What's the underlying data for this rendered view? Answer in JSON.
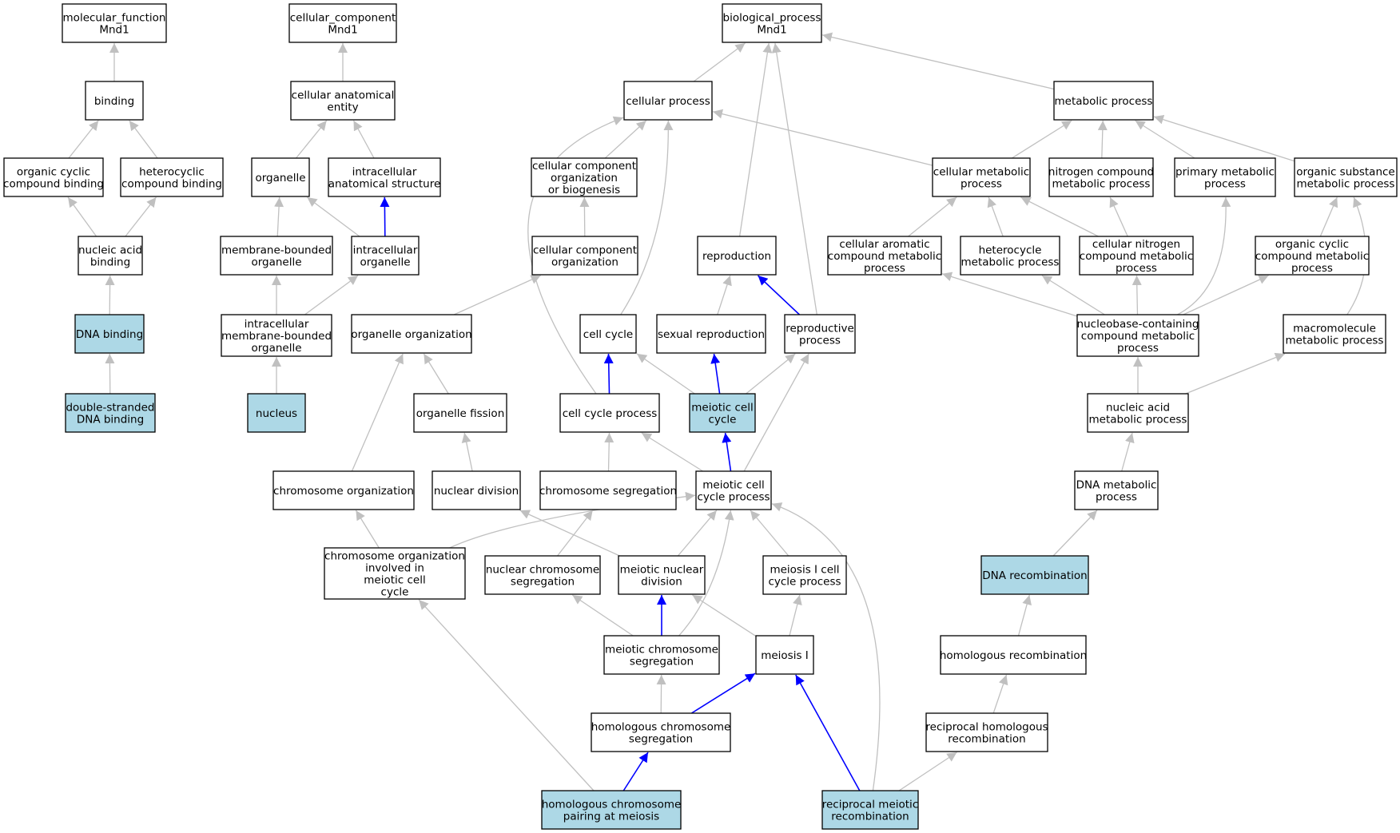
{
  "colors": {
    "highlight_fill": "#add8e6",
    "node_fill": "#ffffff",
    "edge_gray": "#c0c0c0",
    "edge_blue": "#0000ff"
  },
  "nodes": [
    {
      "id": "mf",
      "lines": [
        "molecular_function",
        "Mnd1"
      ],
      "hl": false
    },
    {
      "id": "binding",
      "lines": [
        "binding"
      ],
      "hl": false
    },
    {
      "id": "ocb",
      "lines": [
        "organic cyclic",
        "compound binding"
      ],
      "hl": false
    },
    {
      "id": "hcb",
      "lines": [
        "heterocyclic",
        "compound binding"
      ],
      "hl": false
    },
    {
      "id": "nab",
      "lines": [
        "nucleic acid",
        "binding"
      ],
      "hl": false
    },
    {
      "id": "dnab",
      "lines": [
        "DNA binding"
      ],
      "hl": true
    },
    {
      "id": "dsdnab",
      "lines": [
        "double-stranded",
        "DNA binding"
      ],
      "hl": true
    },
    {
      "id": "cc",
      "lines": [
        "cellular_component",
        "Mnd1"
      ],
      "hl": false
    },
    {
      "id": "cae",
      "lines": [
        "cellular anatomical",
        "entity"
      ],
      "hl": false
    },
    {
      "id": "organelle",
      "lines": [
        "organelle"
      ],
      "hl": false
    },
    {
      "id": "ias",
      "lines": [
        "intracellular",
        "anatomical structure"
      ],
      "hl": false
    },
    {
      "id": "mbo",
      "lines": [
        "membrane-bounded",
        "organelle"
      ],
      "hl": false
    },
    {
      "id": "io",
      "lines": [
        "intracellular",
        "organelle"
      ],
      "hl": false
    },
    {
      "id": "imbo",
      "lines": [
        "intracellular",
        "membrane-bounded",
        "organelle"
      ],
      "hl": false
    },
    {
      "id": "nucleus",
      "lines": [
        "nucleus"
      ],
      "hl": true
    },
    {
      "id": "bp",
      "lines": [
        "biological_process",
        "Mnd1"
      ],
      "hl": false
    },
    {
      "id": "cp",
      "lines": [
        "cellular process"
      ],
      "hl": false
    },
    {
      "id": "mp",
      "lines": [
        "metabolic process"
      ],
      "hl": false
    },
    {
      "id": "ccob",
      "lines": [
        "cellular component",
        "organization",
        "or biogenesis"
      ],
      "hl": false
    },
    {
      "id": "ccmp",
      "lines": [
        "cellular metabolic",
        "process"
      ],
      "hl": false
    },
    {
      "id": "ncmp",
      "lines": [
        "nitrogen compound",
        "metabolic process"
      ],
      "hl": false
    },
    {
      "id": "pmp",
      "lines": [
        "primary metabolic",
        "process"
      ],
      "hl": false
    },
    {
      "id": "osmp",
      "lines": [
        "organic substance",
        "metabolic process"
      ],
      "hl": false
    },
    {
      "id": "cco",
      "lines": [
        "cellular component",
        "organization"
      ],
      "hl": false
    },
    {
      "id": "repro",
      "lines": [
        "reproduction"
      ],
      "hl": false
    },
    {
      "id": "cacmp",
      "lines": [
        "cellular aromatic",
        "compound metabolic",
        "process"
      ],
      "hl": false
    },
    {
      "id": "hmp",
      "lines": [
        "heterocycle",
        "metabolic process"
      ],
      "hl": false
    },
    {
      "id": "cncmp",
      "lines": [
        "cellular nitrogen",
        "compound metabolic",
        "process"
      ],
      "hl": false
    },
    {
      "id": "occmp",
      "lines": [
        "organic cyclic",
        "compound metabolic",
        "process"
      ],
      "hl": false
    },
    {
      "id": "oo",
      "lines": [
        "organelle organization"
      ],
      "hl": false
    },
    {
      "id": "cellcycle",
      "lines": [
        "cell cycle"
      ],
      "hl": false
    },
    {
      "id": "sexrep",
      "lines": [
        "sexual reproduction"
      ],
      "hl": false
    },
    {
      "id": "rp",
      "lines": [
        "reproductive",
        "process"
      ],
      "hl": false
    },
    {
      "id": "nbccmp",
      "lines": [
        "nucleobase-containing",
        "compound metabolic",
        "process"
      ],
      "hl": false
    },
    {
      "id": "mmp",
      "lines": [
        "macromolecule",
        "metabolic process"
      ],
      "hl": false
    },
    {
      "id": "of",
      "lines": [
        "organelle fission"
      ],
      "hl": false
    },
    {
      "id": "ccp",
      "lines": [
        "cell cycle process"
      ],
      "hl": false
    },
    {
      "id": "mcc",
      "lines": [
        "meiotic cell",
        "cycle"
      ],
      "hl": true
    },
    {
      "id": "nameta",
      "lines": [
        "nucleic acid",
        "metabolic process"
      ],
      "hl": false
    },
    {
      "id": "chromorg",
      "lines": [
        "chromosome organization"
      ],
      "hl": false
    },
    {
      "id": "nucdiv",
      "lines": [
        "nuclear division"
      ],
      "hl": false
    },
    {
      "id": "chromseg",
      "lines": [
        "chromosome segregation"
      ],
      "hl": false
    },
    {
      "id": "mccp",
      "lines": [
        "meiotic cell",
        "cycle process"
      ],
      "hl": false
    },
    {
      "id": "dnamp",
      "lines": [
        "DNA metabolic",
        "process"
      ],
      "hl": false
    },
    {
      "id": "coimc",
      "lines": [
        "chromosome organization",
        "involved in",
        "meiotic cell",
        "cycle"
      ],
      "hl": false
    },
    {
      "id": "ncs",
      "lines": [
        "nuclear chromosome",
        "segregation"
      ],
      "hl": false
    },
    {
      "id": "mnd",
      "lines": [
        "meiotic nuclear",
        "division"
      ],
      "hl": false
    },
    {
      "id": "micp",
      "lines": [
        "meiosis I cell",
        "cycle process"
      ],
      "hl": false
    },
    {
      "id": "dnarec",
      "lines": [
        "DNA recombination"
      ],
      "hl": true
    },
    {
      "id": "mcs",
      "lines": [
        "meiotic chromosome",
        "segregation"
      ],
      "hl": false
    },
    {
      "id": "meiosis1",
      "lines": [
        "meiosis I"
      ],
      "hl": false
    },
    {
      "id": "homrec",
      "lines": [
        "homologous recombination"
      ],
      "hl": false
    },
    {
      "id": "hcs",
      "lines": [
        "homologous chromosome",
        "segregation"
      ],
      "hl": false
    },
    {
      "id": "rhr",
      "lines": [
        "reciprocal homologous",
        "recombination"
      ],
      "hl": false
    },
    {
      "id": "hcpm",
      "lines": [
        "homologous chromosome",
        "pairing at meiosis"
      ],
      "hl": true
    },
    {
      "id": "rmr",
      "lines": [
        "reciprocal meiotic",
        "recombination"
      ],
      "hl": true
    }
  ]
}
